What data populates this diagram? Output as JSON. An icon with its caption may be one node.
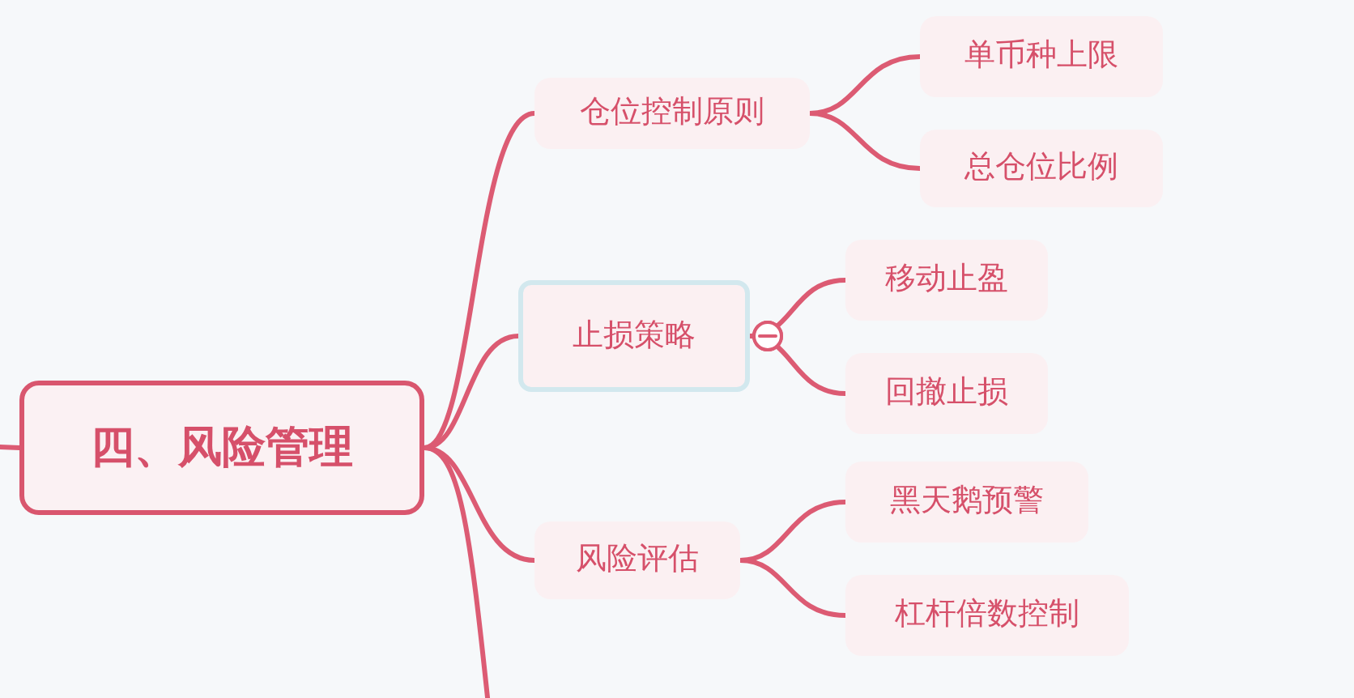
{
  "diagram": {
    "nodes": [
      {
        "text": [
          "四、风险管理"
        ]
      },
      {
        "text": [
          "仓位控制原则"
        ]
      },
      {
        "text": [
          "单币种上限"
        ]
      },
      {
        "text": [
          "总仓位比例"
        ]
      },
      {
        "text": [
          "止损策略"
        ]
      },
      {
        "text": [
          "移动止盈"
        ]
      },
      {
        "text": [
          "回撤止损"
        ]
      },
      {
        "text": [
          "风险评估"
        ]
      },
      {
        "text": [
          "黑天鹅预警"
        ]
      },
      {
        "text": [
          "杠杆倍数控制"
        ]
      }
    ],
    "edges": [
      {
        "from": null,
        "to": 0,
        "arrow": "none"
      },
      {
        "from": 0,
        "to": 1,
        "arrow": "none"
      },
      {
        "from": 1,
        "to": 2,
        "arrow": "none"
      },
      {
        "from": 1,
        "to": 3,
        "arrow": "none"
      },
      {
        "from": 0,
        "to": 4,
        "arrow": "none"
      },
      {
        "from": 4,
        "to": 5,
        "arrow": "other"
      },
      {
        "from": 4,
        "to": 6,
        "arrow": "other"
      },
      {
        "from": 0,
        "to": 7,
        "arrow": "none"
      },
      {
        "from": 7,
        "to": 8,
        "arrow": "none"
      },
      {
        "from": 7,
        "to": 9,
        "arrow": "none"
      },
      {
        "from": 0,
        "to": null,
        "arrow": "none"
      }
    ]
  }
}
